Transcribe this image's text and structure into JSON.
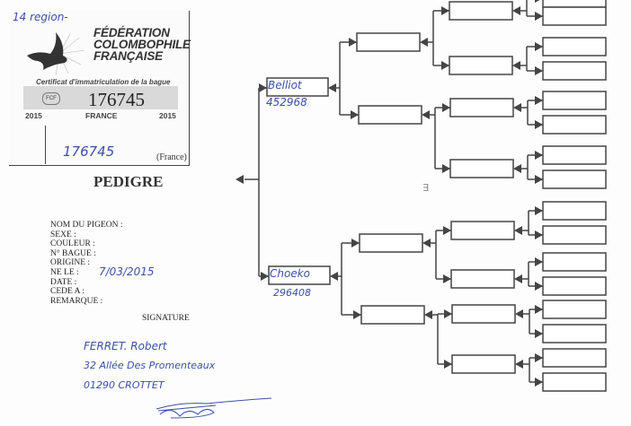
{
  "certificate": {
    "region_note": "14 region-",
    "federation_lines": [
      "FÉDÉRATION",
      "COLOMBOPHILE",
      "FRANÇAISE"
    ],
    "label": "Certificat d'immatriculation de la bague",
    "ring_number": "176745",
    "logo_text": "FCF",
    "year_left": "2015",
    "country": "FRANCE",
    "year_right": "2015",
    "handwritten_ring": "176745",
    "country_note": "(France)"
  },
  "title": "PEDIGRE",
  "fields": [
    {
      "label": "NOM DU PIGEON :",
      "value": ""
    },
    {
      "label": "SEXE :",
      "value": ""
    },
    {
      "label": "COULEUR :",
      "value": ""
    },
    {
      "label": "N° BAGUE :",
      "value": ""
    },
    {
      "label": "ORIGINE :",
      "value": ""
    },
    {
      "label": "NE LE :",
      "value": "7/03/2015"
    },
    {
      "label": "DATE :",
      "value": ""
    },
    {
      "label": "CEDE A :",
      "value": ""
    },
    {
      "label": "REMARQUE :",
      "value": ""
    }
  ],
  "signature": {
    "label": "SIGNATURE",
    "name": "FERRET. Robert",
    "address_line1": "32 Allée Des Promenteaux",
    "address_line2": "01290 CROTTET"
  },
  "pedigree": {
    "sire": {
      "name": "Belliot",
      "ring": "452968"
    },
    "dam": {
      "name": "Choeko",
      "ring": "296408"
    },
    "margin_mark": "∃"
  }
}
